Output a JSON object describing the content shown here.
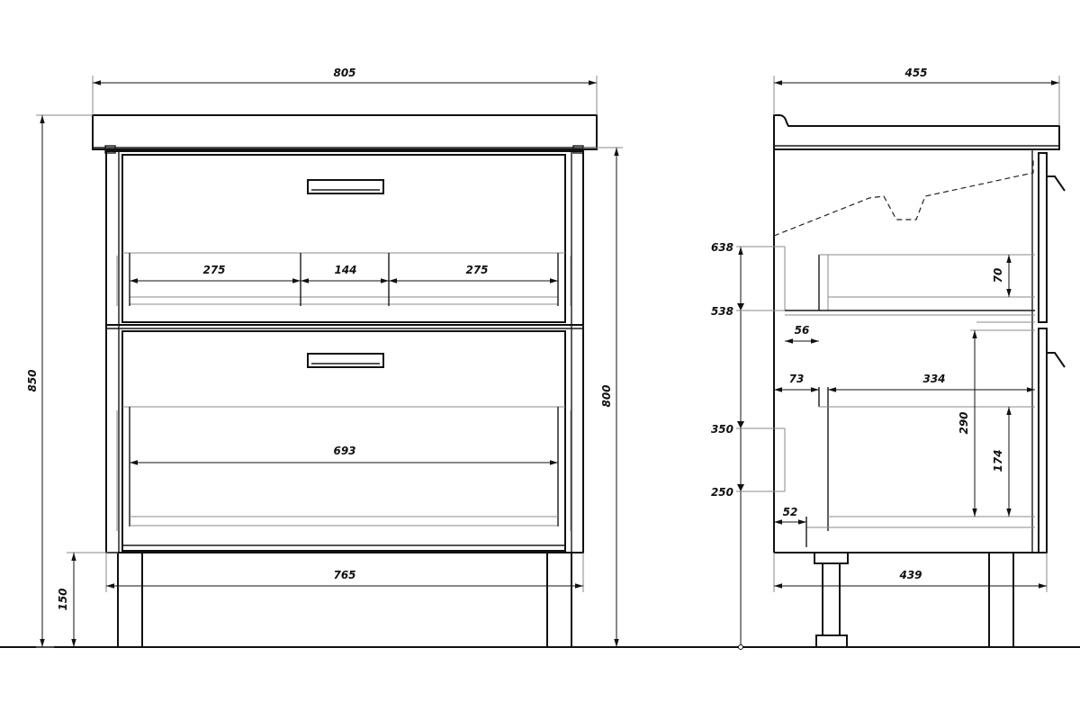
{
  "front_view": {
    "width_total": "805",
    "height_total": "850",
    "height_body": "800",
    "leg_height": "150",
    "inner_width": "765",
    "top_drawer": {
      "left_section": "275",
      "middle_section": "144",
      "right_section": "275"
    },
    "bottom_drawer": {
      "inner_width": "693"
    }
  },
  "side_view": {
    "depth_total": "455",
    "depth_body": "439",
    "level_638": "638",
    "level_538": "538",
    "level_350": "350",
    "level_250": "250",
    "offset_56": "56",
    "offset_73": "73",
    "offset_52": "52",
    "inner_depth": "334",
    "top_inner_height": "70",
    "bottom_drawer_height": "290",
    "bottom_inner_height": "174"
  }
}
